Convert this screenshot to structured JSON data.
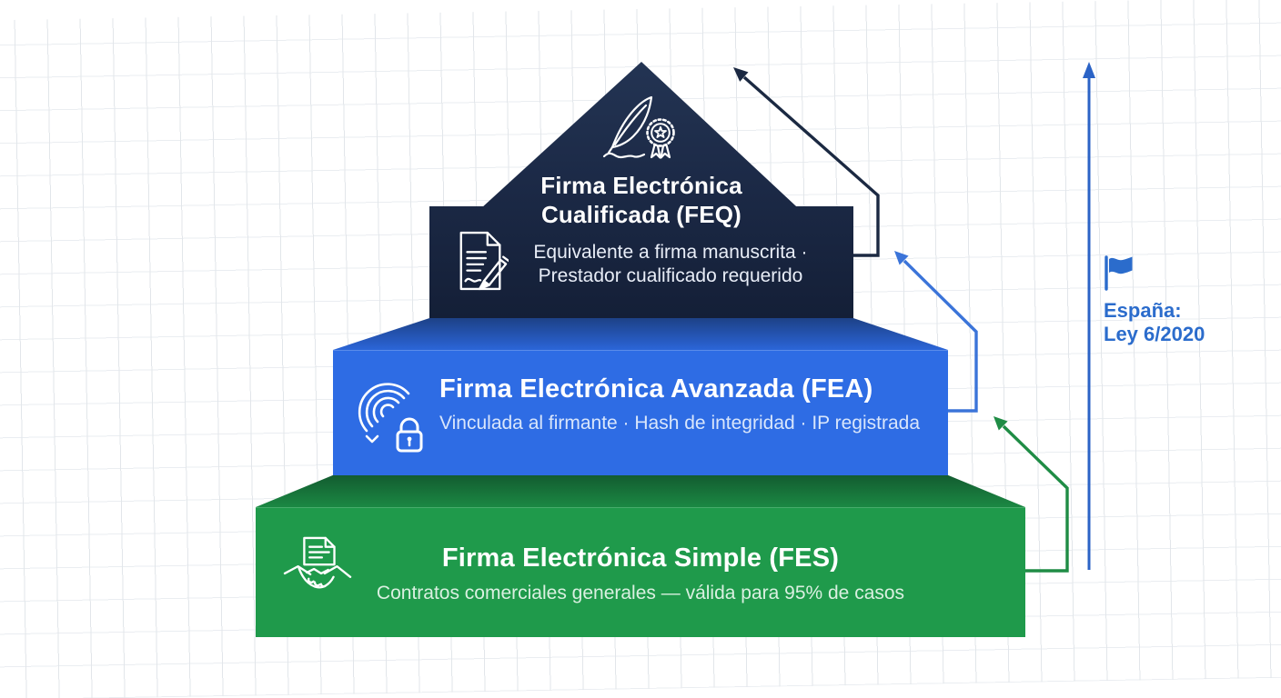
{
  "colors": {
    "feq_dark": "#1b2a46",
    "fea_blue": "#2e6ce4",
    "fes_green": "#1f9a4b",
    "arrow_dark": "#1b2942",
    "arrow_blue": "#3b74d9",
    "arrow_green": "#1f8c45",
    "axis_blue": "#2b63c6",
    "annotation_blue": "#2b6ccc",
    "icon_white": "#ffffff"
  },
  "tiers": {
    "feq": {
      "title_line1": "Firma Electrónica",
      "title_line2": "Cualificada (FEQ)",
      "subtitle_line1": "Equivalente a firma manuscrita ·",
      "subtitle_line2": "Prestador cualificado requerido",
      "icon_main": "quill-and-rosette-icon",
      "icon_side": "document-pencil-icon"
    },
    "fea": {
      "title": "Firma Electrónica Avanzada (FEA)",
      "subtitle": "Vinculada al firmante · Hash de integridad · IP registrada",
      "icon": "fingerprint-lock-icon"
    },
    "fes": {
      "title": "Firma Electrónica Simple (FES)",
      "subtitle": "Contratos comerciales generales — válida para 95% de casos",
      "icon": "document-handshake-icon"
    }
  },
  "annotation": {
    "line1": "España:",
    "line2": "Ley 6/2020",
    "icon": "flag-icon"
  }
}
